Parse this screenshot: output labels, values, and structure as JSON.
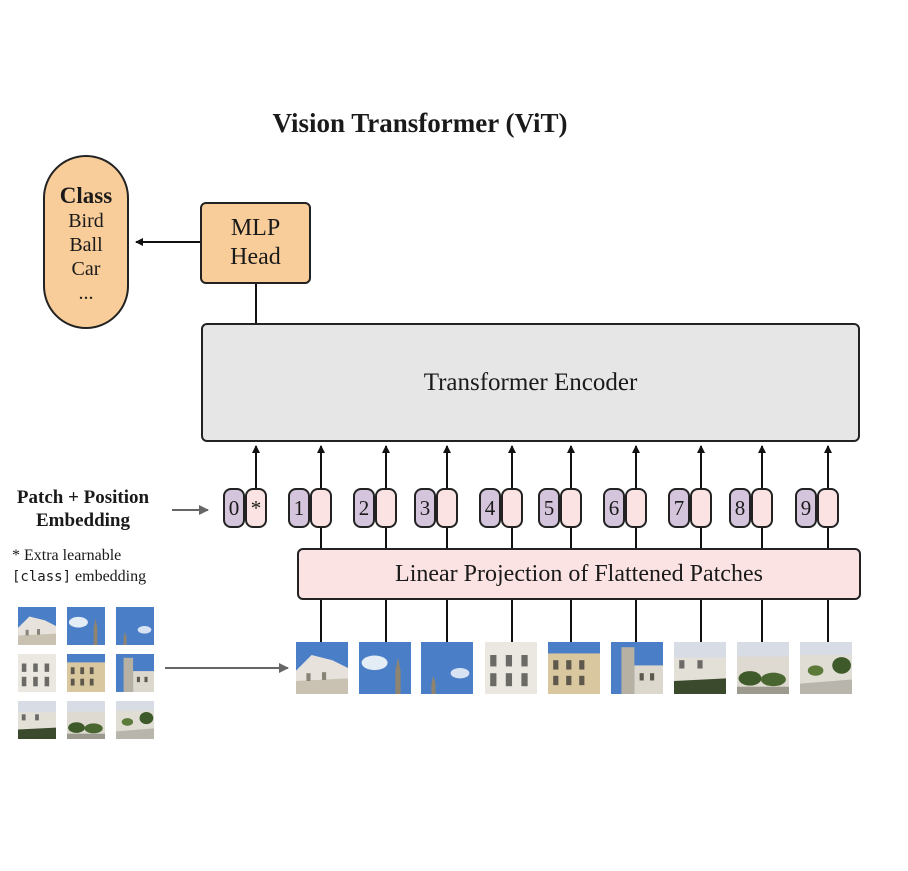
{
  "title": "Vision Transformer (ViT)",
  "class_box": {
    "heading": "Class",
    "items": [
      "Bird",
      "Ball",
      "Car",
      "..."
    ]
  },
  "mlp_head": {
    "line1": "MLP",
    "line2": "Head"
  },
  "encoder": {
    "label": "Transformer Encoder"
  },
  "linear_projection": {
    "label": "Linear Projection of Flattened Patches"
  },
  "embedding_label": {
    "line1": "Patch + Position",
    "line2": "Embedding"
  },
  "extra_note": {
    "line1": "* Extra learnable",
    "code": "[class]",
    "rest": " embedding"
  },
  "tokens": [
    {
      "position": "0",
      "embedding": "*"
    },
    {
      "position": "1",
      "embedding": ""
    },
    {
      "position": "2",
      "embedding": ""
    },
    {
      "position": "3",
      "embedding": ""
    },
    {
      "position": "4",
      "embedding": ""
    },
    {
      "position": "5",
      "embedding": ""
    },
    {
      "position": "6",
      "embedding": ""
    },
    {
      "position": "7",
      "embedding": ""
    },
    {
      "position": "8",
      "embedding": ""
    },
    {
      "position": "9",
      "embedding": ""
    }
  ],
  "colors": {
    "head": "#f8cd99",
    "encoder": "#e6e6e6",
    "projection": "#fbe3e3",
    "position_token": "#d4c4dc",
    "sky": "#4a7ec7",
    "stone": "#c9c2b2"
  },
  "patches": [
    {
      "kind": "palace-roof"
    },
    {
      "kind": "sky-spire"
    },
    {
      "kind": "sky"
    },
    {
      "kind": "facade"
    },
    {
      "kind": "facade-yellow"
    },
    {
      "kind": "facade-tower"
    },
    {
      "kind": "street"
    },
    {
      "kind": "street-trees"
    },
    {
      "kind": "square-trees"
    }
  ]
}
